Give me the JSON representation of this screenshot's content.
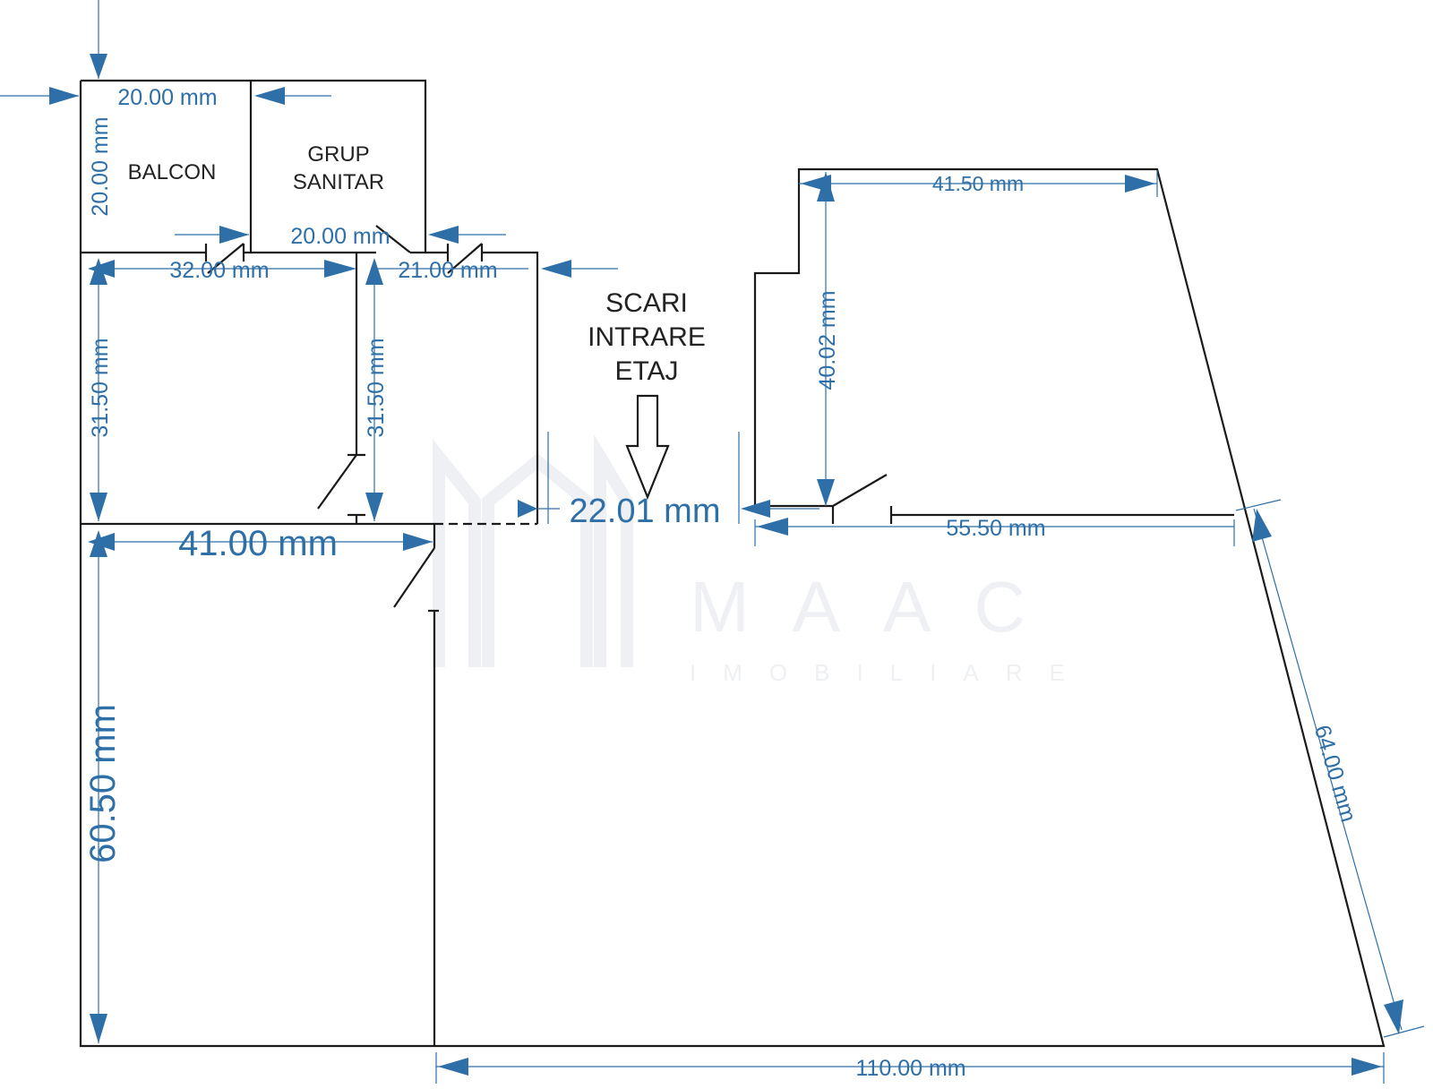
{
  "colors": {
    "dimension": "#2e6fa8",
    "wall": "#1a1a1a",
    "watermark": "#eef0f3"
  },
  "rooms": {
    "balcon": "BALCON",
    "grup_sanitar": [
      "GRUP",
      "SANITAR"
    ],
    "scari": [
      "SCARI",
      "INTRARE",
      "ETAJ"
    ]
  },
  "dimensions": {
    "balcon_width": "20.00 mm",
    "balcon_height": "20.00 mm",
    "sanitar_width": "20.00 mm",
    "room1_width": "32.00 mm",
    "room2_width": "21.00 mm",
    "room1_height": "31.50 mm",
    "room2_height": "31.50 mm",
    "main_width": "41.00 mm",
    "main_height": "60.50 mm",
    "stair_width": "22.01 mm",
    "right_top_width": "41.50 mm",
    "right_top_height": "40.02 mm",
    "right_mid_width": "55.50 mm",
    "slant_length": "64.00 mm",
    "bottom_width": "110.00 mm"
  },
  "watermark": {
    "name": "MAAC",
    "sub": "IMOBILIARE"
  }
}
